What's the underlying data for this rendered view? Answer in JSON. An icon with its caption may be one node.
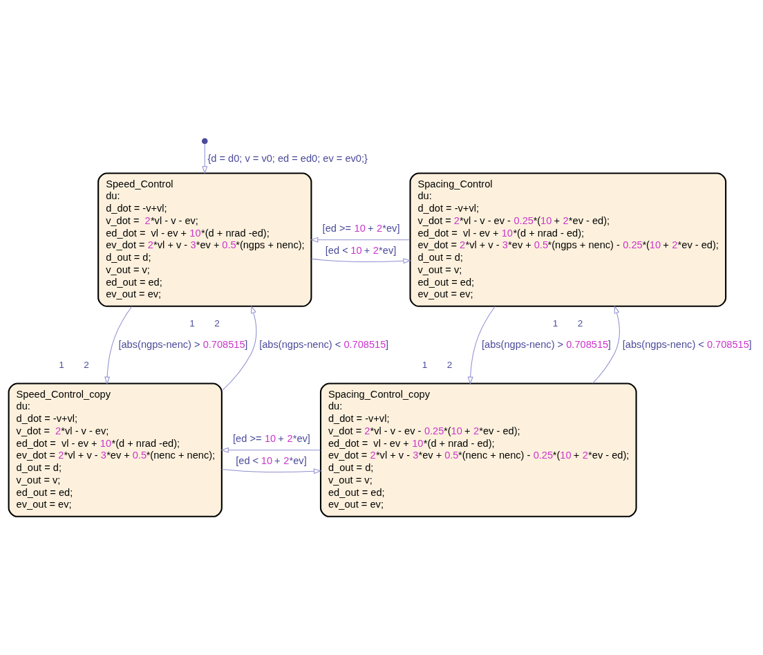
{
  "diagram": {
    "nodes": [
      {
        "text": [
          "Speed_Control",
          "du:",
          "d_dot = -v+vl;",
          "v_dot =  2*vl - v - ev;",
          "ed_dot =  vl - ev + 10*(d + nrad -ed);",
          "ev_dot = 2*vl + v - 3*ev + 0.5*(ngps + nenc);",
          "d_out = d;",
          "v_out = v;",
          "ed_out = ed;",
          "ev_out = ev;"
        ]
      },
      {
        "text": [
          "Spacing_Control",
          "du:",
          "d_dot = -v+vl;",
          "v_dot = 2*vl - v - ev - 0.25*(10 + 2*ev - ed);",
          "ed_dot =  vl - ev + 10*(d + nrad - ed);",
          "ev_dot = 2*vl + v - 3*ev + 0.5*(ngps + nenc) - 0.25*(10 + 2*ev - ed);",
          "d_out = d;",
          "v_out = v;",
          "ed_out = ed;",
          "ev_out = ev;"
        ]
      },
      {
        "text": [
          "Speed_Control_copy",
          "du:",
          "d_dot = -v+vl;",
          "v_dot =  2*vl - v - ev;",
          "ed_dot =  vl - ev + 10*(d + nrad -ed);",
          "ev_dot = 2*vl + v - 3*ev + 0.5*(nenc + nenc);",
          "d_out = d;",
          "v_out = v;",
          "ed_out = ed;",
          "ev_out = ev;"
        ]
      },
      {
        "text": [
          "Spacing_Control_copy",
          "du:",
          "d_dot = -v+vl;",
          "v_dot = 2*vl - v - ev - 0.25*(10 + 2*ev - ed);",
          "ed_dot =  vl - ev + 10*(d + nrad - ed);",
          "ev_dot = 2*vl + v - 3*ev + 0.5*(nenc + nenc) - 0.25*(10 + 2*ev - ed);",
          "d_out = d;",
          "v_out = v;",
          "ed_out = ed;",
          "ev_out = ev;"
        ]
      }
    ],
    "edges": [
      {
        "from": null,
        "to": 0,
        "arrow": "to",
        "label": "{d = d0; v = v0; ed = ed0; ev = ev0;}"
      },
      {
        "from": 0,
        "to": 1,
        "arrow": "to",
        "label": "[ed < 10 + 2*ev]"
      },
      {
        "from": 1,
        "to": 0,
        "arrow": "to",
        "label": "[ed >= 10 + 2*ev]"
      },
      {
        "from": 0,
        "to": 2,
        "arrow": "to",
        "label": "[abs(ngps-nenc) > 0.708515]"
      },
      {
        "from": 2,
        "to": 0,
        "arrow": "to",
        "label": "[abs(ngps-nenc) < 0.708515]"
      },
      {
        "from": 1,
        "to": 3,
        "arrow": "to",
        "label": "[abs(ngps-nenc) > 0.708515]"
      },
      {
        "from": 3,
        "to": 1,
        "arrow": "to",
        "label": "[abs(ngps-nenc) < 0.708515]"
      },
      {
        "from": 3,
        "to": 2,
        "arrow": "to",
        "label": "[ed >= 10 + 2*ev]"
      },
      {
        "from": 2,
        "to": 3,
        "arrow": "to",
        "label": "[ed < 10 + 2*ev]"
      }
    ],
    "labels": [
      "1",
      "1",
      "2",
      "2",
      "1",
      "1",
      "2",
      "2"
    ]
  }
}
